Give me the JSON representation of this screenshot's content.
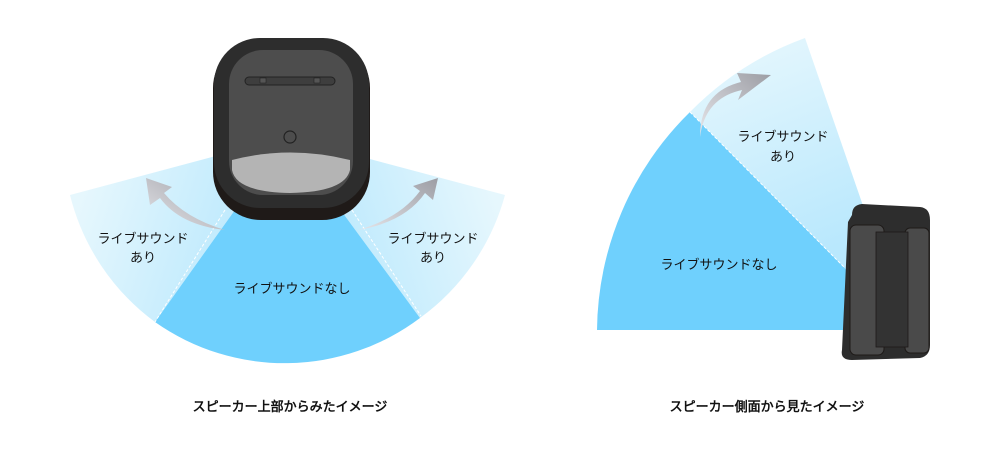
{
  "top_view": {
    "caption": "スピーカー上部からみたイメージ",
    "left_zone": {
      "line1": "ライブサウンド",
      "line2": "あり"
    },
    "right_zone": {
      "line1": "ライブサウンド",
      "line2": "あり"
    },
    "center_zone": "ライブサウンドなし"
  },
  "side_view": {
    "caption": "スピーカー側面から見たイメージ",
    "upper_zone": {
      "line1": "ライブサウンド",
      "line2": "あり"
    },
    "lower_zone": "ライブサウンドなし"
  },
  "colors": {
    "zone_strong": "#6fd0fd",
    "zone_light": "#e3f6fd",
    "speaker": "#2b2b2b",
    "arrow": "#a9aab0"
  }
}
